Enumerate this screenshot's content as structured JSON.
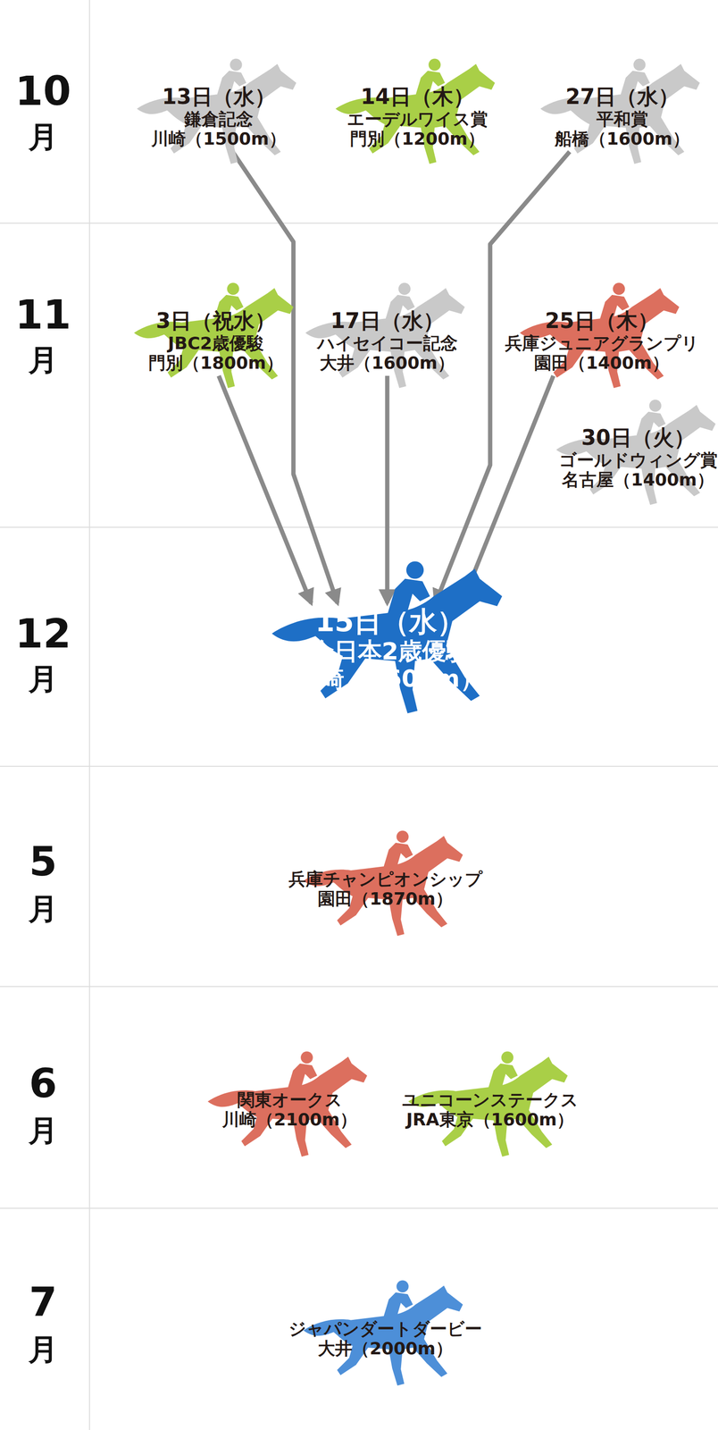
{
  "diagram": {
    "nodes": [
      {
        "text": [
          "13日（水）",
          "鎌倉記念",
          "川崎（1500m）"
        ]
      },
      {
        "text": [
          "14日（木）",
          "エーデルワイス賞",
          "門別（1200m）"
        ]
      },
      {
        "text": [
          "27日（水）",
          "平和賞",
          "船橋（1600m）"
        ]
      },
      {
        "text": [
          "3日（祝水）",
          "JBC2歳優駿",
          "門別（1800m）"
        ]
      },
      {
        "text": [
          "17日（水）",
          "ハイセイコー記念",
          "大井（1600m）"
        ]
      },
      {
        "text": [
          "25日（木）",
          "兵庫ジュニアグランプリ",
          "園田（1400m）"
        ]
      },
      {
        "text": [
          "30日（火）",
          "ゴールドウィング賞",
          "名古屋（1400m）"
        ]
      },
      {
        "text": [
          "15日（水）",
          "全日本2歳優駿",
          "川崎（1600m）"
        ]
      },
      {
        "text": [
          "兵庫チャンピオンシップ",
          "園田（1870m）"
        ]
      },
      {
        "text": [
          "関東オークス",
          "川崎（2100m）"
        ]
      },
      {
        "text": [
          "ユニコーンステークス",
          "JRA東京（1600m）"
        ]
      },
      {
        "text": [
          "ジャパンダートダービー",
          "大井（2000m）"
        ]
      }
    ],
    "edges": [
      {
        "from": 0,
        "to": 7,
        "arrow": "to"
      },
      {
        "from": 2,
        "to": 7,
        "arrow": "to"
      },
      {
        "from": 3,
        "to": 7,
        "arrow": "to"
      },
      {
        "from": 4,
        "to": 7,
        "arrow": "to"
      },
      {
        "from": 5,
        "to": 7,
        "arrow": "to"
      }
    ],
    "labels": [
      "10",
      "月",
      "11",
      "月",
      "12",
      "月",
      "5",
      "月",
      "6",
      "月",
      "7",
      "月"
    ]
  }
}
